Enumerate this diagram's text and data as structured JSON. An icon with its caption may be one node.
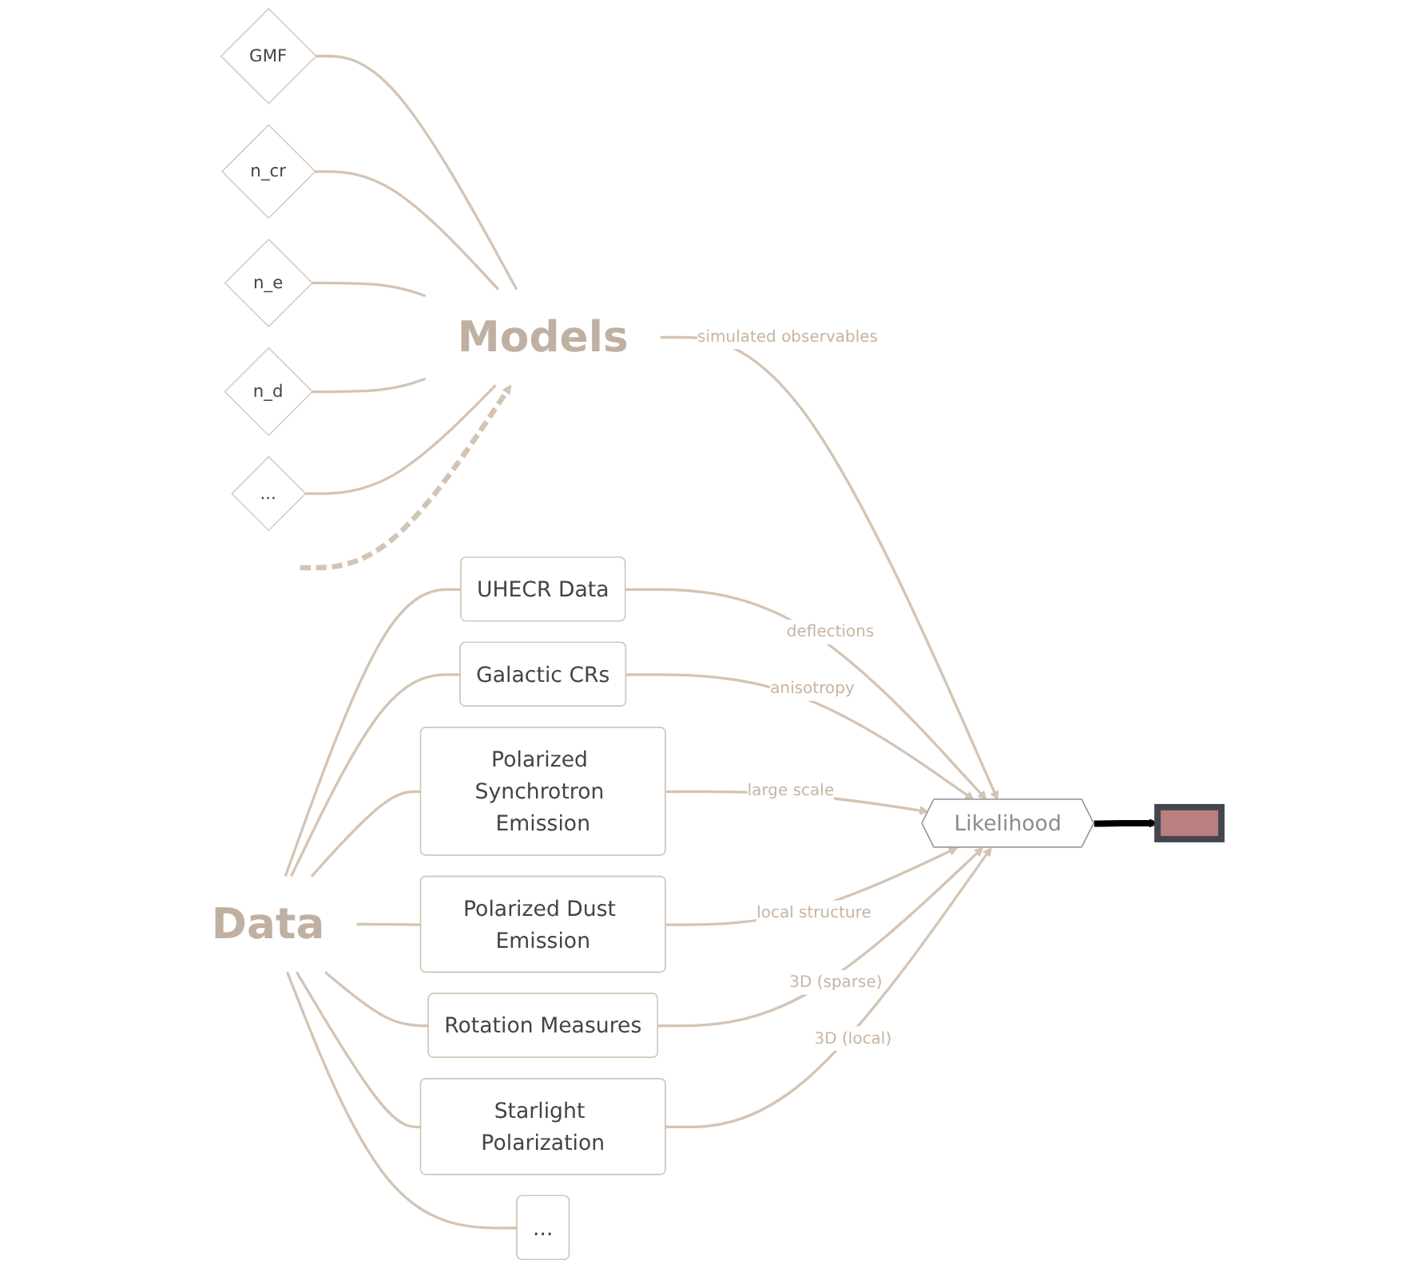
{
  "diagram": {
    "nodes": [
      {
        "text": [
          "Models"
        ]
      },
      {
        "text": [
          "GMF"
        ]
      },
      {
        "text": [
          "n_cr"
        ]
      },
      {
        "text": [
          "n_e"
        ]
      },
      {
        "text": [
          "n_d"
        ]
      },
      {
        "text": [
          "..."
        ]
      },
      {
        "text": [
          "Data"
        ]
      },
      {
        "text": [
          "UHECR Data"
        ]
      },
      {
        "text": [
          "Galactic CRs"
        ]
      },
      {
        "text": [
          "Polarized Synchrotron Emission"
        ]
      },
      {
        "text": [
          "Polarized Dust Emission"
        ]
      },
      {
        "text": [
          "Rotation Measures"
        ]
      },
      {
        "text": [
          "Starlight Polarization"
        ]
      },
      {
        "text": [
          "..."
        ]
      },
      {
        "text": [
          "Likelihood"
        ]
      },
      {
        "text": [],
        "shape": "box"
      }
    ],
    "edges": [
      {
        "from": 1,
        "to": 0,
        "arrow": "none"
      },
      {
        "from": 2,
        "to": 0,
        "arrow": "none"
      },
      {
        "from": 3,
        "to": 0,
        "arrow": "none"
      },
      {
        "from": 4,
        "to": 0,
        "arrow": "none"
      },
      {
        "from": 5,
        "to": 0,
        "arrow": "none"
      },
      {
        "from": null,
        "to": 0,
        "arrow": "to",
        "style": "dashed"
      },
      {
        "from": 6,
        "to": 7,
        "arrow": "none"
      },
      {
        "from": 6,
        "to": 8,
        "arrow": "none"
      },
      {
        "from": 6,
        "to": 9,
        "arrow": "none"
      },
      {
        "from": 6,
        "to": 10,
        "arrow": "none"
      },
      {
        "from": 6,
        "to": 11,
        "arrow": "none"
      },
      {
        "from": 6,
        "to": 12,
        "arrow": "none"
      },
      {
        "from": 6,
        "to": 13,
        "arrow": "none"
      },
      {
        "from": 0,
        "to": 14,
        "arrow": "to",
        "label": "simulated observables"
      },
      {
        "from": 7,
        "to": 14,
        "arrow": "to",
        "label": "deflections"
      },
      {
        "from": 8,
        "to": 14,
        "arrow": "to",
        "label": "anisotropy"
      },
      {
        "from": 9,
        "to": 14,
        "arrow": "to",
        "label": "large scale"
      },
      {
        "from": 10,
        "to": 14,
        "arrow": "to",
        "label": "local structure"
      },
      {
        "from": 11,
        "to": 14,
        "arrow": "to",
        "label": "3D (sparse)"
      },
      {
        "from": 12,
        "to": 14,
        "arrow": "to",
        "label": "3D (local)"
      },
      {
        "from": 14,
        "to": 15,
        "arrow": "to",
        "style": "thick",
        "color": "#000000"
      }
    ]
  }
}
